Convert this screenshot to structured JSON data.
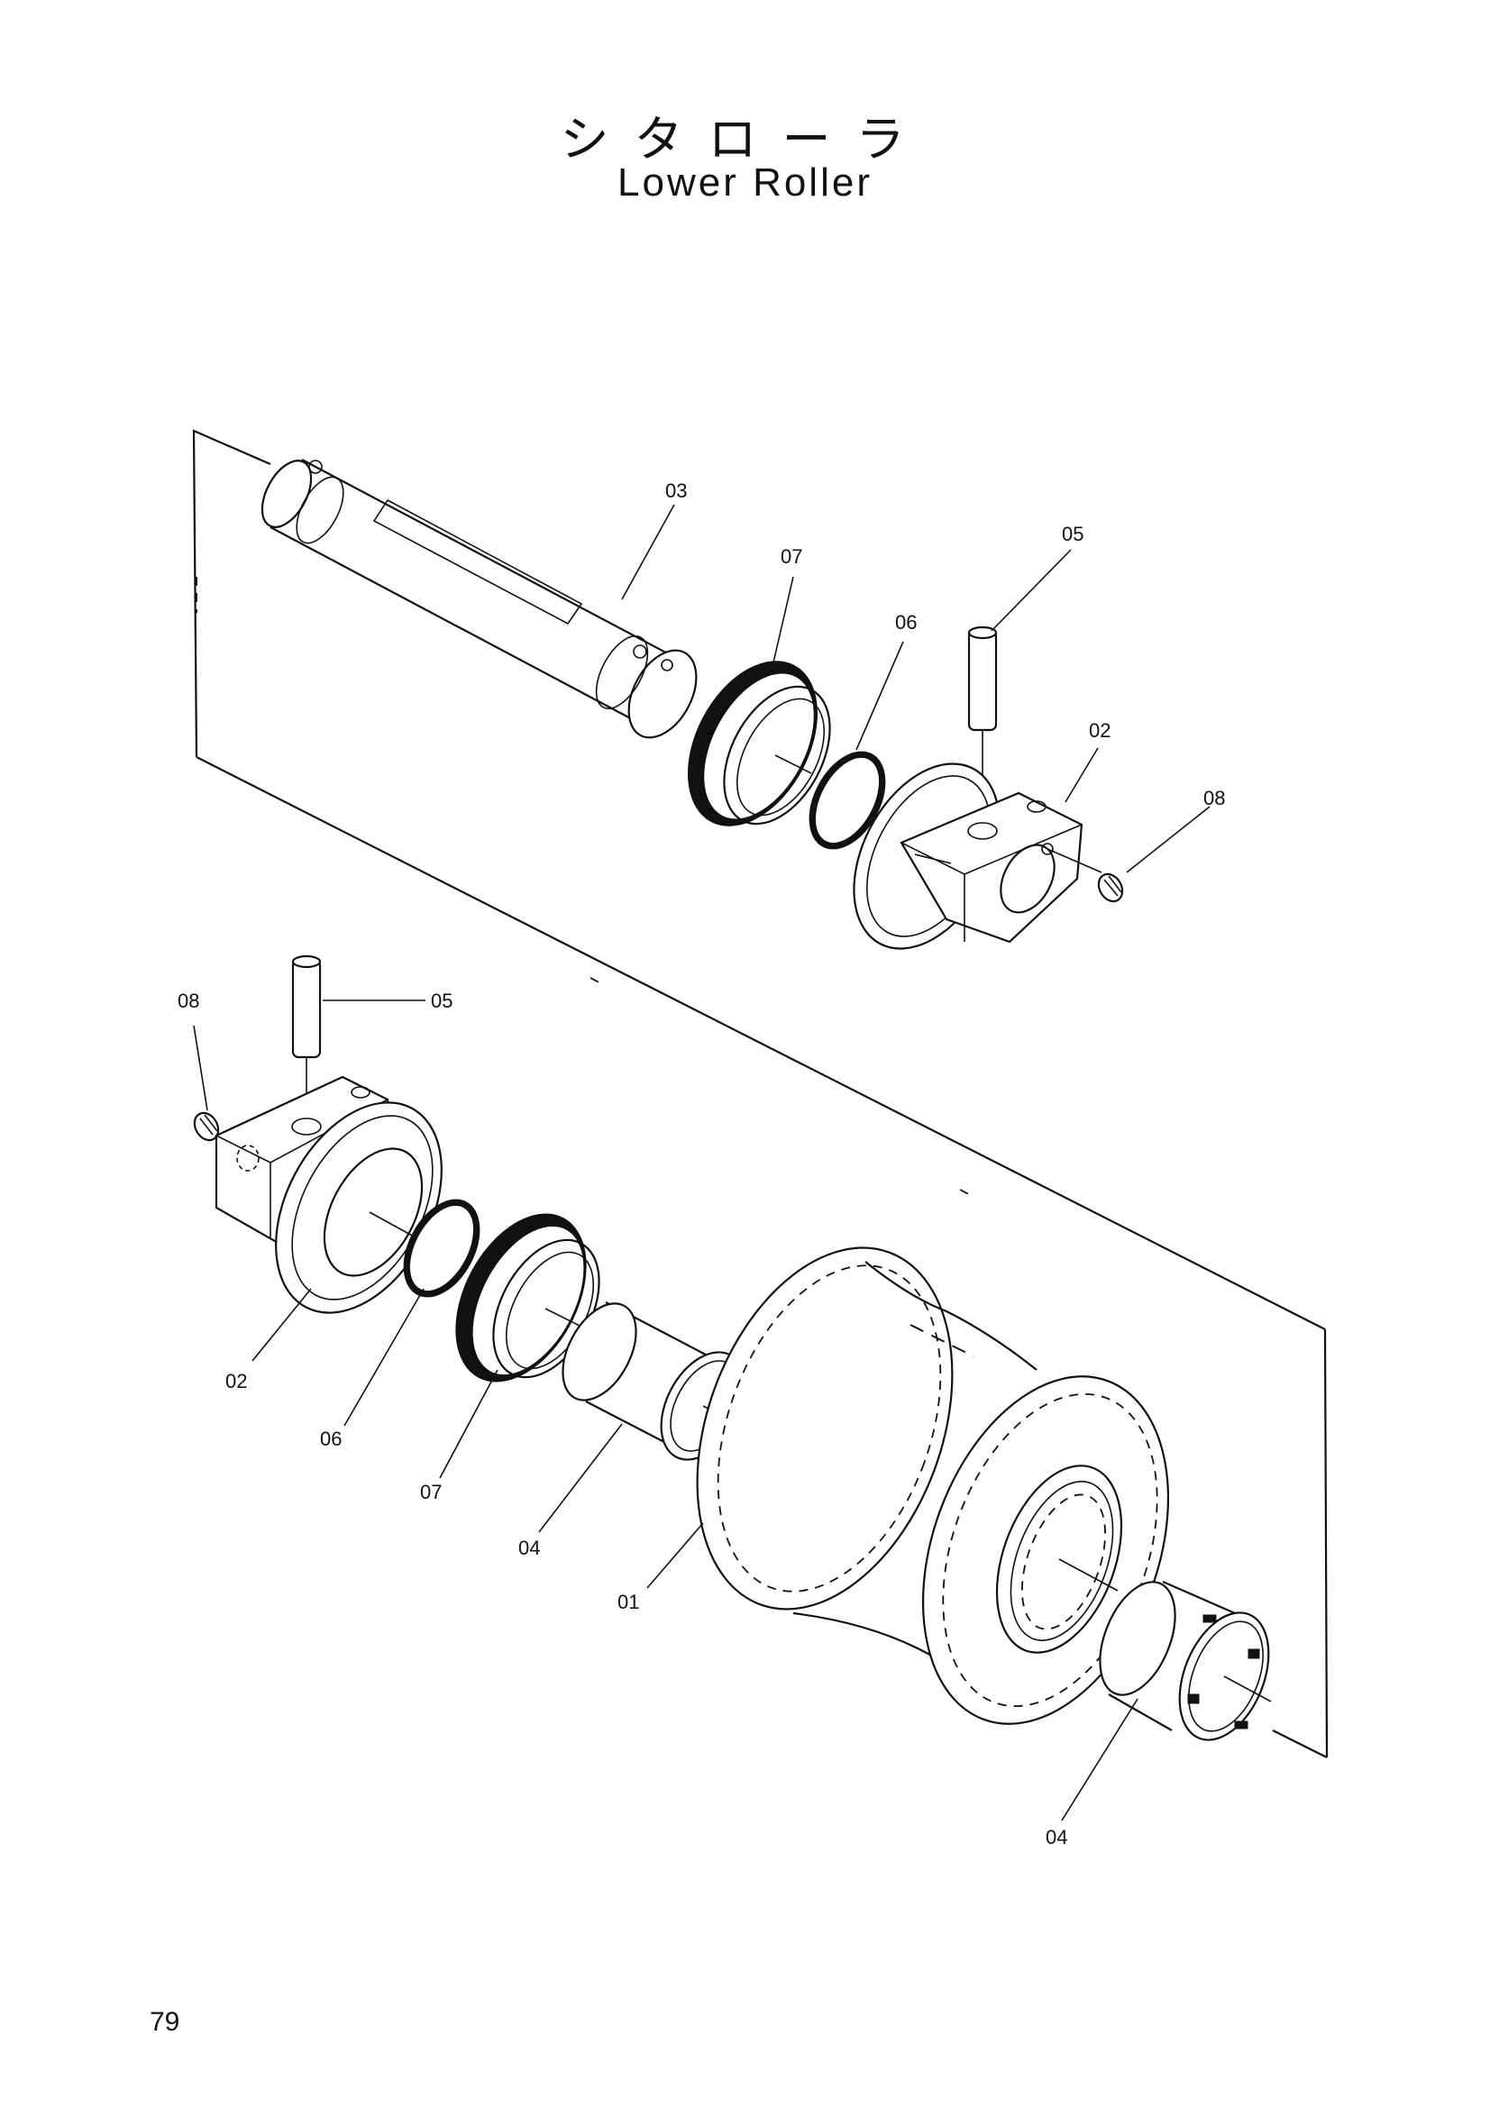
{
  "header": {
    "title_jp": "シタローラ",
    "title_en": "Lower Roller"
  },
  "page_number": "79",
  "callouts": [
    {
      "id": "c03a",
      "label": "03"
    },
    {
      "id": "c07a",
      "label": "07"
    },
    {
      "id": "c05a",
      "label": "05"
    },
    {
      "id": "c06a",
      "label": "06"
    },
    {
      "id": "c02a",
      "label": "02"
    },
    {
      "id": "c08a",
      "label": "08"
    },
    {
      "id": "c08b",
      "label": "08"
    },
    {
      "id": "c05b",
      "label": "05"
    },
    {
      "id": "c02b",
      "label": "02"
    },
    {
      "id": "c06b",
      "label": "06"
    },
    {
      "id": "c07b",
      "label": "07"
    },
    {
      "id": "c04a",
      "label": "04"
    },
    {
      "id": "c01a",
      "label": "01"
    },
    {
      "id": "c04b",
      "label": "04"
    }
  ]
}
